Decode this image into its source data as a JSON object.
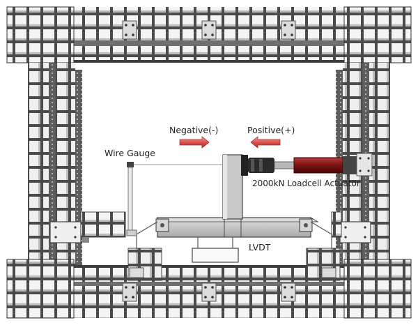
{
  "labels": {
    "negative": "Negative(-)",
    "positive": "Positive(+)",
    "wire_gauge": "Wire Gauge",
    "actuator": "2000kN Loadcell Actuator",
    "lvdt": "LVDT"
  },
  "colors": {
    "frame_face": "#e9e9e9",
    "frame_shade": "#7b7b7b",
    "frame_dark": "#3d3d3d",
    "actuator_red": "#8b1a1a",
    "arrow_red": "#d9534f",
    "specimen": "#c8c8c8"
  }
}
